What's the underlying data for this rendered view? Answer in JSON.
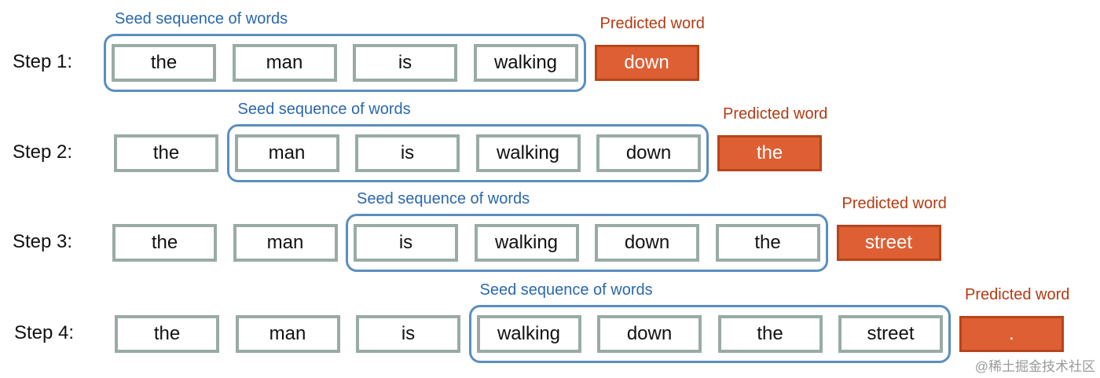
{
  "steps": [
    {
      "label": "Step 1:",
      "words": [
        "the",
        "man",
        "is",
        "walking"
      ],
      "seed_label": "Seed sequence of words",
      "predicted_label": "Predicted word",
      "predicted": "down"
    },
    {
      "label": "Step 2:",
      "words": [
        "the",
        "man",
        "is",
        "walking",
        "down"
      ],
      "seed_label": "Seed sequence of words",
      "predicted_label": "Predicted word",
      "predicted": "the"
    },
    {
      "label": "Step 3:",
      "words": [
        "the",
        "man",
        "is",
        "walking",
        "down",
        "the"
      ],
      "seed_label": "Seed sequence of words",
      "predicted_label": "Predicted word",
      "predicted": "street"
    },
    {
      "label": "Step 4:",
      "words": [
        "the",
        "man",
        "is",
        "walking",
        "down",
        "the",
        "street"
      ],
      "seed_label": "Seed sequence of words",
      "predicted_label": "Predicted word",
      "predicted": "."
    }
  ],
  "watermark": "@稀土掘金技术社区",
  "colors": {
    "word_border": "#9aaba6",
    "predicted_fill": "#de5f34",
    "seed_frame": "#5a8fbf",
    "seed_text": "#2a68ad",
    "predicted_text": "#b53a12"
  }
}
